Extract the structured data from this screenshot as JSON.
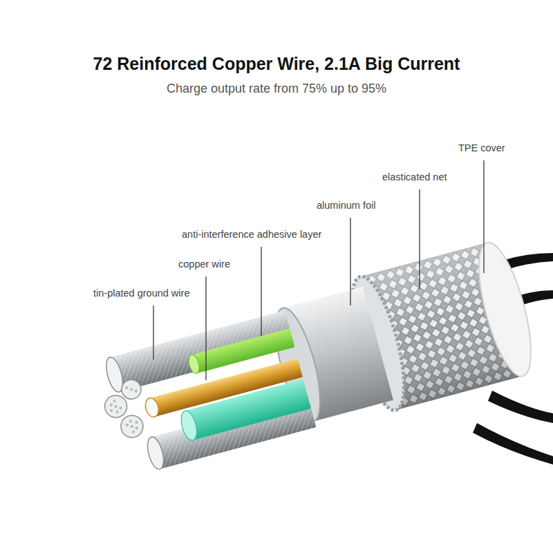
{
  "diagram": {
    "title": "72 Reinforced Copper Wire, 2.1A Big Current",
    "labels": [
      "Charge output rate from 75% up to 95%",
      "TPE cover",
      "elasticated net",
      "aluminum foil",
      "anti-interference adhesive layer",
      "copper wire",
      "tin-plated ground wire"
    ]
  }
}
